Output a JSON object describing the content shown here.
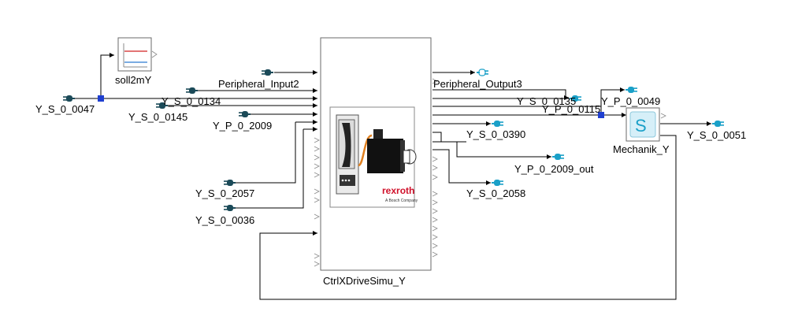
{
  "blocks": {
    "main": "CtrlXDriveSimu_Y",
    "setpoint": "soll2mY",
    "mechanics": "Mechanik_Y",
    "mechanics_symbol": "S",
    "brand": "rexroth",
    "brand_sub": "A Bosch Company"
  },
  "inports": {
    "y_s_0_0047": "Y_S_0_0047",
    "peripheral_input2": "Peripheral_Input2",
    "y_s_0_0134": "Y_S_0_0134",
    "y_s_0_0145": "Y_S_0_0145",
    "y_p_0_2009": "Y_P_0_2009",
    "y_s_0_2057": "Y_S_0_2057",
    "y_s_0_0036": "Y_S_0_0036"
  },
  "outports": {
    "peripheral_output3": "Peripheral_Output3",
    "y_s_0_0135": "Y_S_0_0135",
    "y_p_0_0115": "Y_P_0_0115",
    "y_p_0_0049": "Y_P_0_0049",
    "y_s_0_0390": "Y_S_0_0390",
    "y_p_0_2009_out": "Y_P_0_2009_out",
    "y_s_0_2058": "Y_S_0_2058",
    "y_s_0_0051": "Y_S_0_0051"
  },
  "colors": {
    "port_connector": "#1b4a58",
    "port_connector_out": "#1aa0c8",
    "junction": "#1f3fd0",
    "mechanics_fill": "#d6eff8",
    "mechanics_symbol": "#1aa0c8",
    "brand": "#d0102a",
    "wire": "#000000"
  },
  "icons": {
    "inport": "inport-connector-icon",
    "outport": "outport-connector-icon",
    "unconnected_outport": "outline-connector-icon",
    "junction": "junction-node-icon"
  }
}
